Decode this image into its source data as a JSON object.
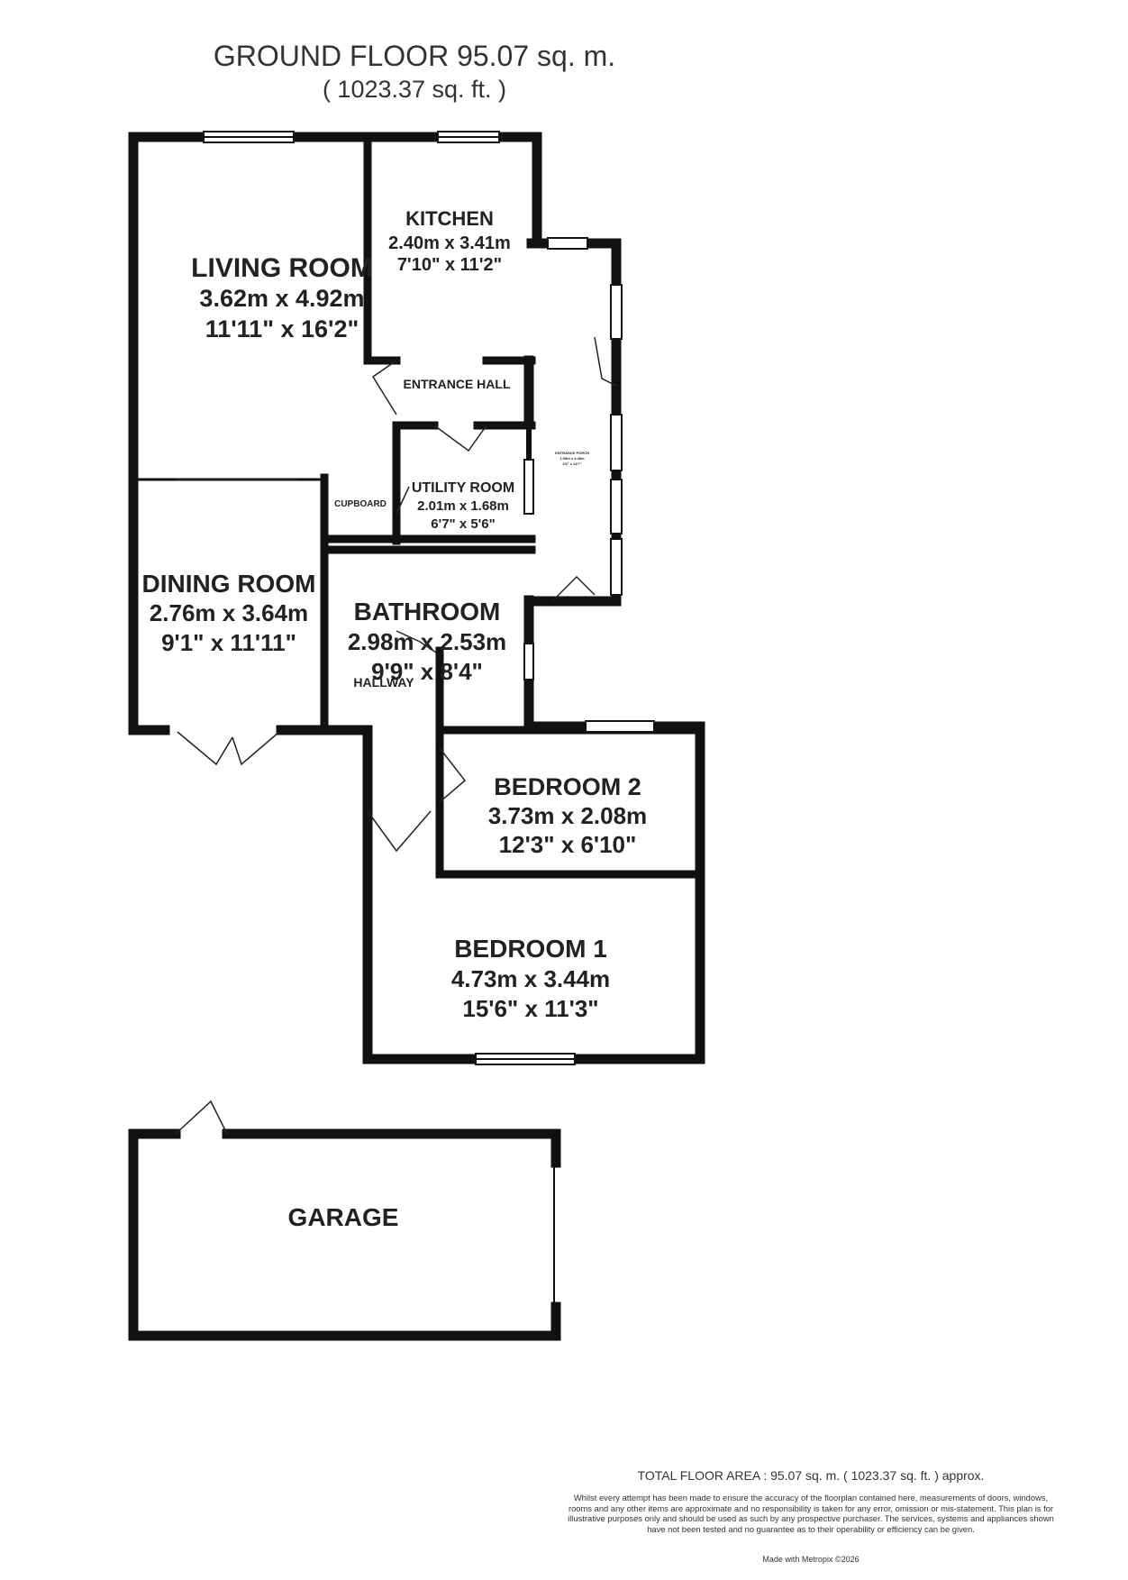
{
  "header": {
    "title": "GROUND FLOOR 95.07 sq. m.",
    "subtitle": "( 1023.37 sq. ft. )"
  },
  "rooms": {
    "living_room": {
      "name": "LIVING ROOM",
      "metric": "3.62m x 4.92m",
      "imperial": "11'11\" x 16'2\""
    },
    "kitchen": {
      "name": "KITCHEN",
      "metric": "2.40m x 3.41m",
      "imperial": "7'10\" x 11'2\""
    },
    "entrance_hall": {
      "name": "ENTRANCE HALL"
    },
    "entrance_porch": {
      "name": "ENTRANCE PORCH",
      "metric": "1.05m x 4.45m",
      "imperial": "3'6\" x 14'7\""
    },
    "cupboard": {
      "name": "CUPBOARD"
    },
    "utility_room": {
      "name": "UTILITY ROOM",
      "metric": "2.01m x 1.68m",
      "imperial": "6'7\" x 5'6\""
    },
    "dining_room": {
      "name": "DINING ROOM",
      "metric": "2.76m x 3.64m",
      "imperial": "9'1\" x 11'11\""
    },
    "bathroom": {
      "name": "BATHROOM",
      "metric": "2.98m x 2.53m",
      "imperial": "9'9\" x 8'4\""
    },
    "hallway": {
      "name": "HALLWAY"
    },
    "bedroom_2": {
      "name": "BEDROOM 2",
      "metric": "3.73m x 2.08m",
      "imperial": "12'3\" x 6'10\""
    },
    "bedroom_1": {
      "name": "BEDROOM 1",
      "metric": "4.73m x 3.44m",
      "imperial": "15'6\" x 11'3\""
    },
    "garage": {
      "name": "GARAGE"
    }
  },
  "footer": {
    "total_area": "TOTAL FLOOR AREA : 95.07 sq. m. ( 1023.37 sq. ft. ) approx.",
    "disclaimer": "Whilst every attempt has been made to ensure the accuracy of the floorplan contained here, measurements of doors, windows, rooms and any other items are approximate and no responsibility is taken for any error, omission or mis-statement. This plan is for illustrative purposes only and should be used as such by any prospective purchaser. The services, systems and appliances shown have not been tested and no guarantee as to their operability or efficiency can be given.",
    "made_with": "Made with Metropix ©2026"
  },
  "colors": {
    "wall": "#111111",
    "text": "#222222",
    "background": "#ffffff"
  }
}
